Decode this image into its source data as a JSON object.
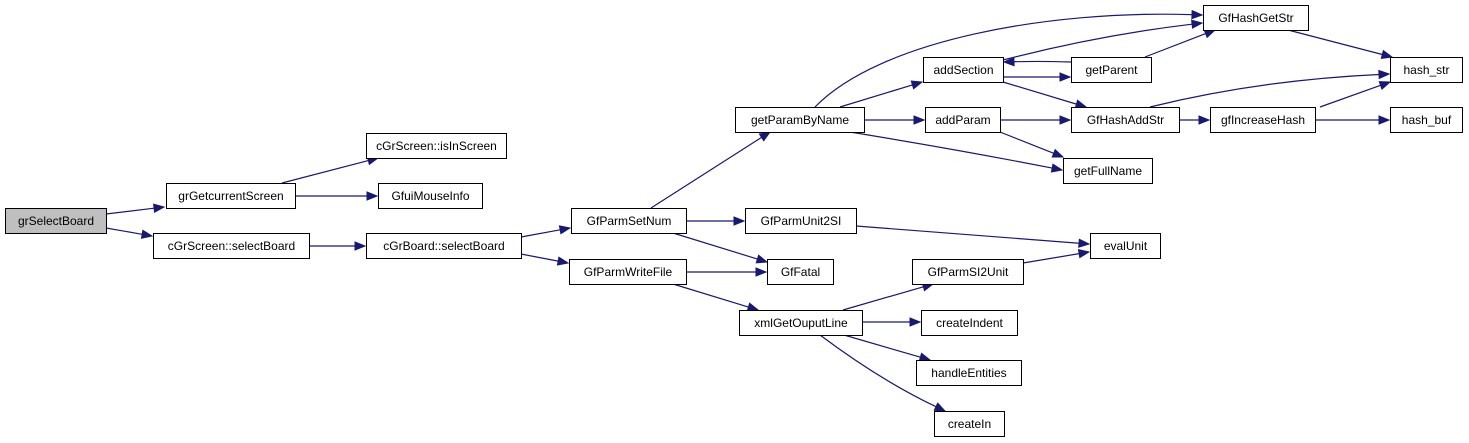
{
  "diagram": {
    "type": "call-graph",
    "colors": {
      "edge": "#191970",
      "root_fill": "#bfbfbf",
      "node_fill": "#ffffff",
      "border": "#000000"
    },
    "nodes": [
      {
        "id": "grSelectBoard",
        "label": "grSelectBoard",
        "root": true
      },
      {
        "id": "grGetcurrentScreen",
        "label": "grGetcurrentScreen"
      },
      {
        "id": "cGrScreen_selectBoard",
        "label": "cGrScreen::selectBoard"
      },
      {
        "id": "cGrScreen_isInScreen",
        "label": "cGrScreen::isInScreen"
      },
      {
        "id": "GfuiMouseInfo",
        "label": "GfuiMouseInfo"
      },
      {
        "id": "cGrBoard_selectBoard",
        "label": "cGrBoard::selectBoard"
      },
      {
        "id": "GfParmSetNum",
        "label": "GfParmSetNum"
      },
      {
        "id": "GfParmWriteFile",
        "label": "GfParmWriteFile"
      },
      {
        "id": "getParamByName",
        "label": "getParamByName"
      },
      {
        "id": "GfParmUnit2SI",
        "label": "GfParmUnit2SI"
      },
      {
        "id": "GfFatal",
        "label": "GfFatal"
      },
      {
        "id": "xmlGetOuputLine",
        "label": "xmlGetOuputLine"
      },
      {
        "id": "addSection",
        "label": "addSection"
      },
      {
        "id": "addParam",
        "label": "addParam"
      },
      {
        "id": "getFullName",
        "label": "getFullName"
      },
      {
        "id": "GfParmSI2Unit",
        "label": "GfParmSI2Unit"
      },
      {
        "id": "createIndent",
        "label": "createIndent"
      },
      {
        "id": "handleEntities",
        "label": "handleEntities"
      },
      {
        "id": "createIn",
        "label": "createIn"
      },
      {
        "id": "getParent",
        "label": "getParent"
      },
      {
        "id": "GfHashAddStr",
        "label": "GfHashAddStr"
      },
      {
        "id": "GfHashGetStr",
        "label": "GfHashGetStr"
      },
      {
        "id": "gfIncreaseHash",
        "label": "gfIncreaseHash"
      },
      {
        "id": "evalUnit",
        "label": "evalUnit"
      },
      {
        "id": "hash_str",
        "label": "hash_str"
      },
      {
        "id": "hash_buf",
        "label": "hash_buf"
      }
    ],
    "edges": [
      {
        "from": "grSelectBoard",
        "to": "grGetcurrentScreen"
      },
      {
        "from": "grSelectBoard",
        "to": "cGrScreen_selectBoard"
      },
      {
        "from": "grGetcurrentScreen",
        "to": "cGrScreen_isInScreen"
      },
      {
        "from": "grGetcurrentScreen",
        "to": "GfuiMouseInfo"
      },
      {
        "from": "cGrScreen_selectBoard",
        "to": "cGrBoard_selectBoard"
      },
      {
        "from": "cGrBoard_selectBoard",
        "to": "GfParmSetNum"
      },
      {
        "from": "cGrBoard_selectBoard",
        "to": "GfParmWriteFile"
      },
      {
        "from": "GfParmSetNum",
        "to": "getParamByName"
      },
      {
        "from": "GfParmSetNum",
        "to": "GfParmUnit2SI"
      },
      {
        "from": "GfParmSetNum",
        "to": "GfFatal"
      },
      {
        "from": "GfParmWriteFile",
        "to": "GfFatal"
      },
      {
        "from": "GfParmWriteFile",
        "to": "xmlGetOuputLine"
      },
      {
        "from": "getParamByName",
        "to": "GfHashGetStr"
      },
      {
        "from": "getParamByName",
        "to": "addSection"
      },
      {
        "from": "getParamByName",
        "to": "addParam"
      },
      {
        "from": "getParamByName",
        "to": "getFullName"
      },
      {
        "from": "addSection",
        "to": "GfHashGetStr"
      },
      {
        "from": "addSection",
        "to": "getParent"
      },
      {
        "from": "addSection",
        "to": "GfHashAddStr"
      },
      {
        "from": "getParent",
        "to": "addSection"
      },
      {
        "from": "getParent",
        "to": "GfHashGetStr"
      },
      {
        "from": "addParam",
        "to": "GfHashAddStr"
      },
      {
        "from": "addParam",
        "to": "getFullName"
      },
      {
        "from": "GfHashAddStr",
        "to": "hash_str"
      },
      {
        "from": "GfHashAddStr",
        "to": "gfIncreaseHash"
      },
      {
        "from": "GfHashGetStr",
        "to": "hash_str"
      },
      {
        "from": "gfIncreaseHash",
        "to": "hash_str"
      },
      {
        "from": "gfIncreaseHash",
        "to": "hash_buf"
      },
      {
        "from": "GfParmUnit2SI",
        "to": "evalUnit"
      },
      {
        "from": "GfParmSI2Unit",
        "to": "evalUnit"
      },
      {
        "from": "xmlGetOuputLine",
        "to": "GfParmSI2Unit"
      },
      {
        "from": "xmlGetOuputLine",
        "to": "createIndent"
      },
      {
        "from": "xmlGetOuputLine",
        "to": "handleEntities"
      },
      {
        "from": "xmlGetOuputLine",
        "to": "createIn"
      }
    ]
  }
}
